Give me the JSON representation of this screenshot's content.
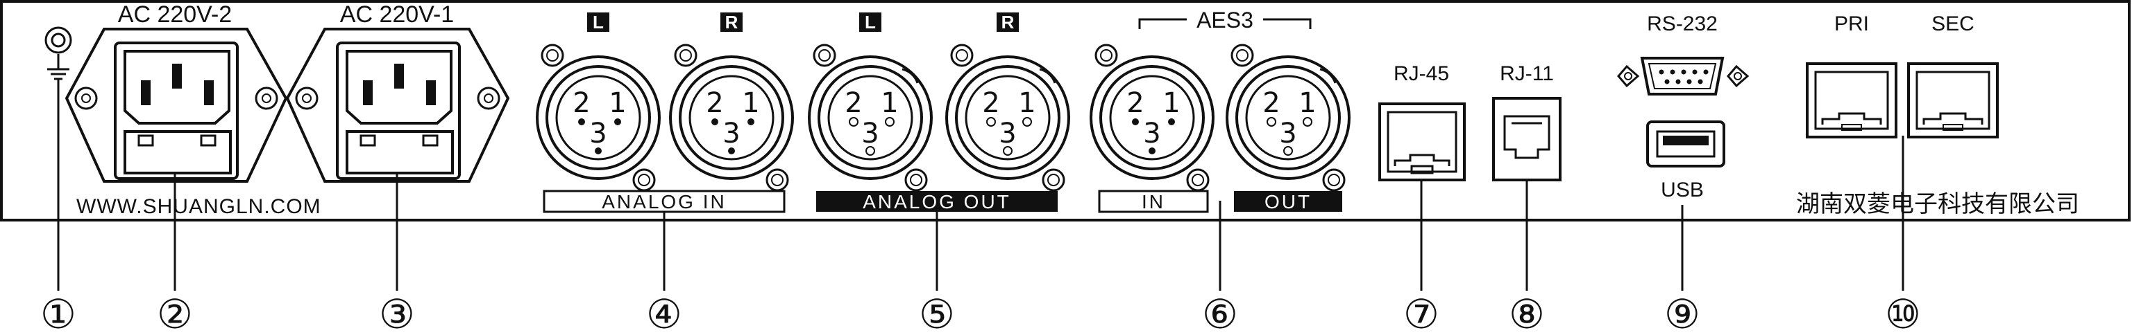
{
  "panel": {
    "ac2_label": "AC 220V-2",
    "ac1_label": "AC 220V-1",
    "website": "WWW.SHUANGLN.COM",
    "company": "湖南双菱电子科技有限公司",
    "analog_in_label": "ANALOG IN",
    "analog_out_label": "ANALOG OUT",
    "aes3_label": "AES3",
    "aes_in_label": "IN",
    "aes_out_label": "OUT",
    "rj45_label": "RJ-45",
    "rj11_label": "RJ-11",
    "rs232_label": "RS-232",
    "usb_label": "USB",
    "pri_label": "PRI",
    "sec_label": "SEC",
    "left_badge": "L",
    "right_badge": "R",
    "pin1": "1",
    "pin2": "2",
    "pin3": "3"
  },
  "callouts": [
    "①",
    "②",
    "③",
    "④",
    "⑤",
    "⑥",
    "⑦",
    "⑧",
    "⑨",
    "⑩"
  ],
  "colors": {
    "ink": "#111111",
    "background": "#ffffff"
  }
}
